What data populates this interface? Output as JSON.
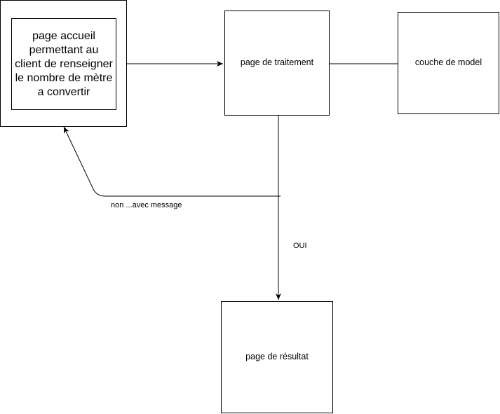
{
  "nodes": {
    "accueil": {
      "label": "page accueil permettant au client de renseigner le nombre de mètre a convertir"
    },
    "traitement": {
      "label": "page de traitement"
    },
    "model": {
      "label": "couche de model"
    },
    "resultat": {
      "label": "page de résultat"
    }
  },
  "edges": {
    "oui_label": "OUI",
    "non_label": "non ...avec message"
  }
}
